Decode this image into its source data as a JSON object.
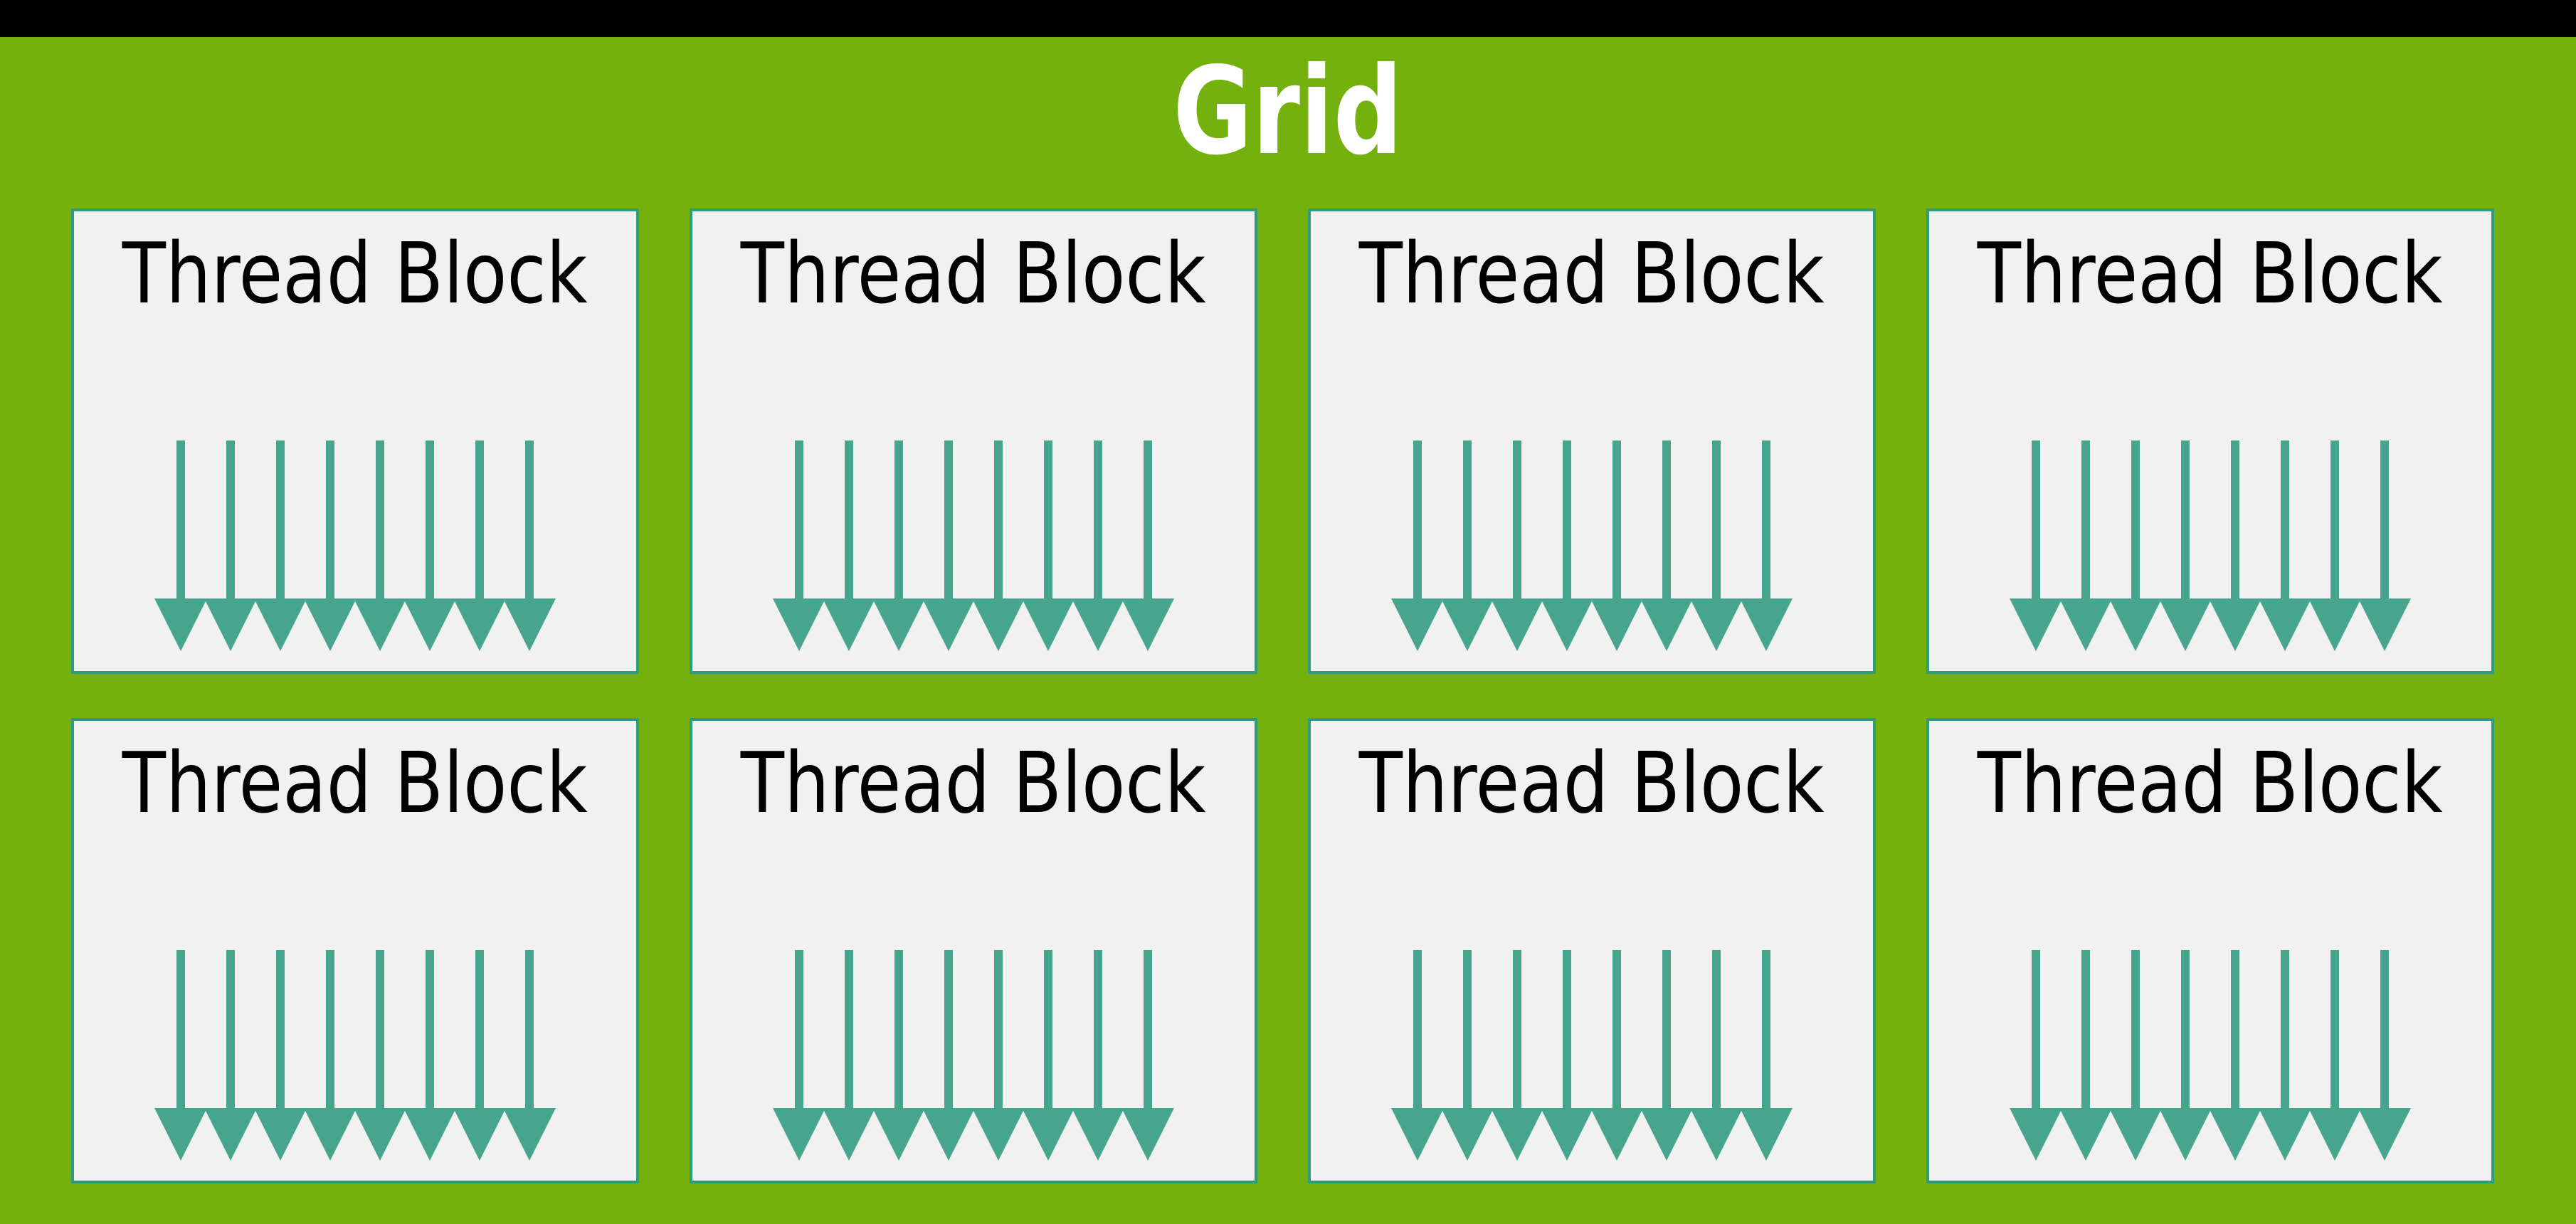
{
  "page": {
    "title": "Grid"
  },
  "colors": {
    "top_bar": "#000000",
    "background_green": "#74B00E",
    "box_fill": "#F1F1F1",
    "box_border": "#2E9C77",
    "arrow": "#48A58D",
    "title_text": "#FFFFFF",
    "block_text": "#000000"
  },
  "grid": {
    "rows": 2,
    "columns": 4,
    "blocks": [
      {
        "label": "Thread Block",
        "threads": 8
      },
      {
        "label": "Thread Block",
        "threads": 8
      },
      {
        "label": "Thread Block",
        "threads": 8
      },
      {
        "label": "Thread Block",
        "threads": 8
      },
      {
        "label": "Thread Block",
        "threads": 8
      },
      {
        "label": "Thread Block",
        "threads": 8
      },
      {
        "label": "Thread Block",
        "threads": 8
      },
      {
        "label": "Thread Block",
        "threads": 8
      }
    ]
  }
}
